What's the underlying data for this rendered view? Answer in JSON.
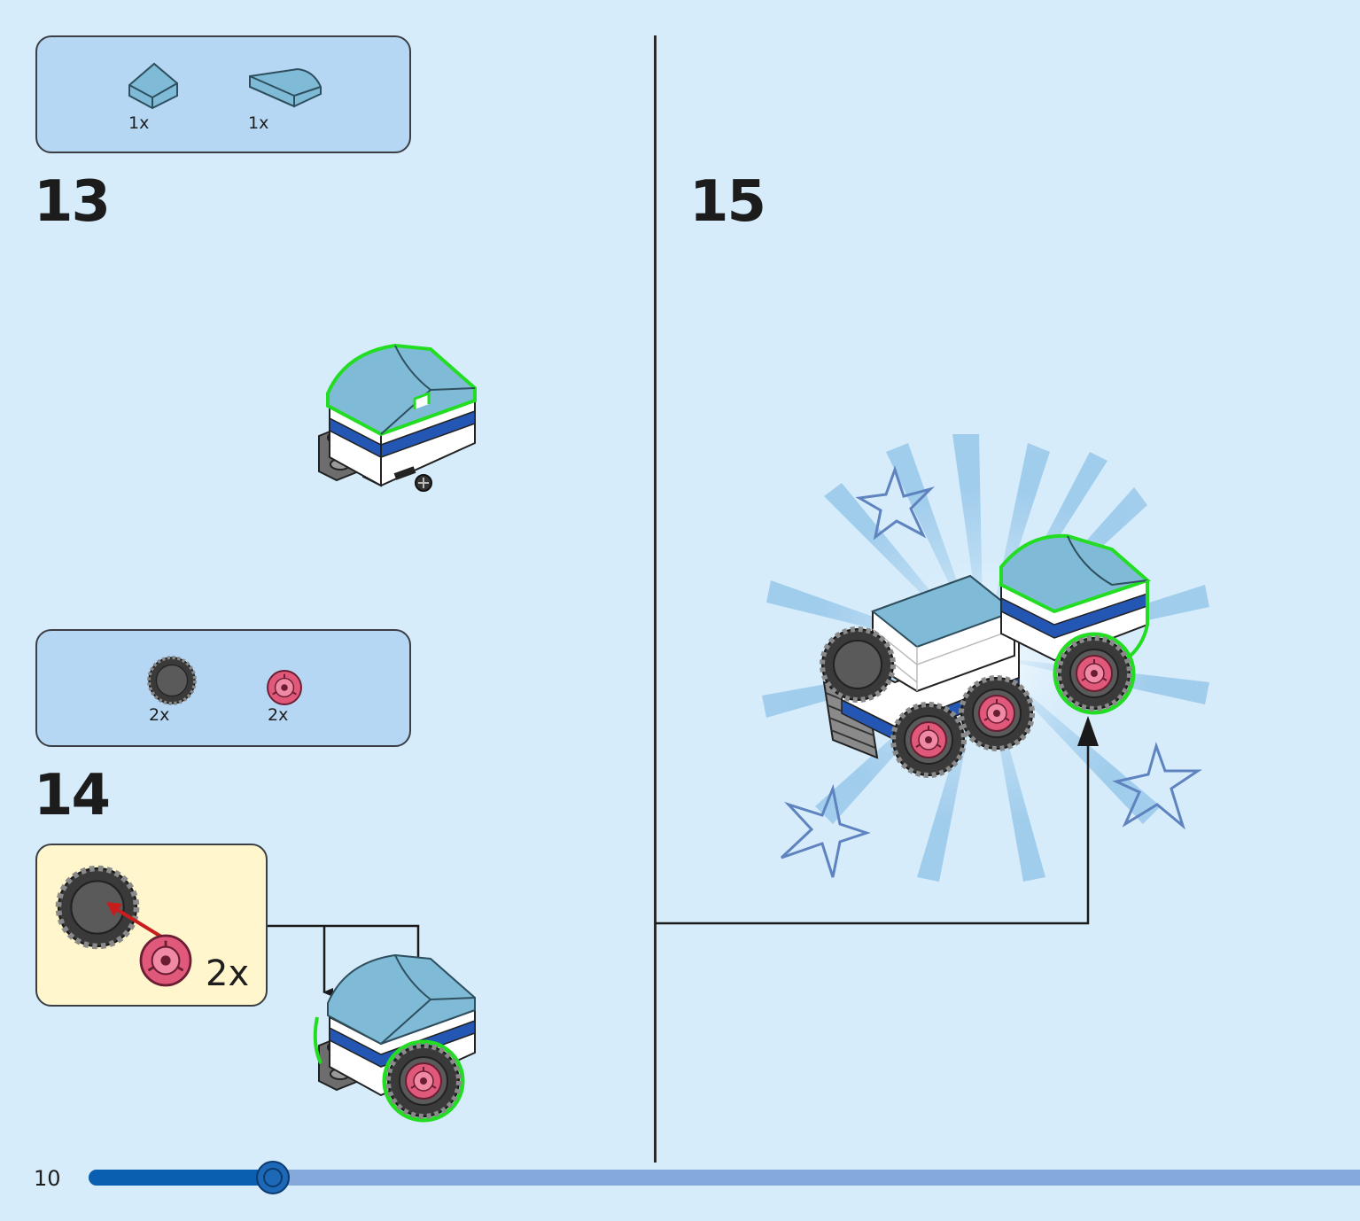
{
  "page": {
    "number": "10",
    "progress": 0.145
  },
  "steps": [
    {
      "number": "13",
      "parts": [
        {
          "qty": "1x",
          "name": "slope-curved-small"
        },
        {
          "qty": "1x",
          "name": "slope-curved-wide"
        }
      ]
    },
    {
      "number": "14",
      "parts": [
        {
          "qty": "2x",
          "name": "tire"
        },
        {
          "qty": "2x",
          "name": "wheel-rim"
        }
      ],
      "callout": {
        "qty": "2x"
      }
    },
    {
      "number": "15"
    }
  ],
  "colors": {
    "background": "#d6ecfb",
    "parts_box": "#b5d7f4",
    "callout": "#fff6cd",
    "brick_blue": "#7fbbd6",
    "brick_white": "#ffffff",
    "stripe_blue": "#2456b4",
    "rim_pink": "#e0587a",
    "tire_dark": "#3e3e3e",
    "highlight_green": "#22dd22",
    "progress_fill": "#0b5fb1",
    "progress_track": "#86a9dc"
  }
}
